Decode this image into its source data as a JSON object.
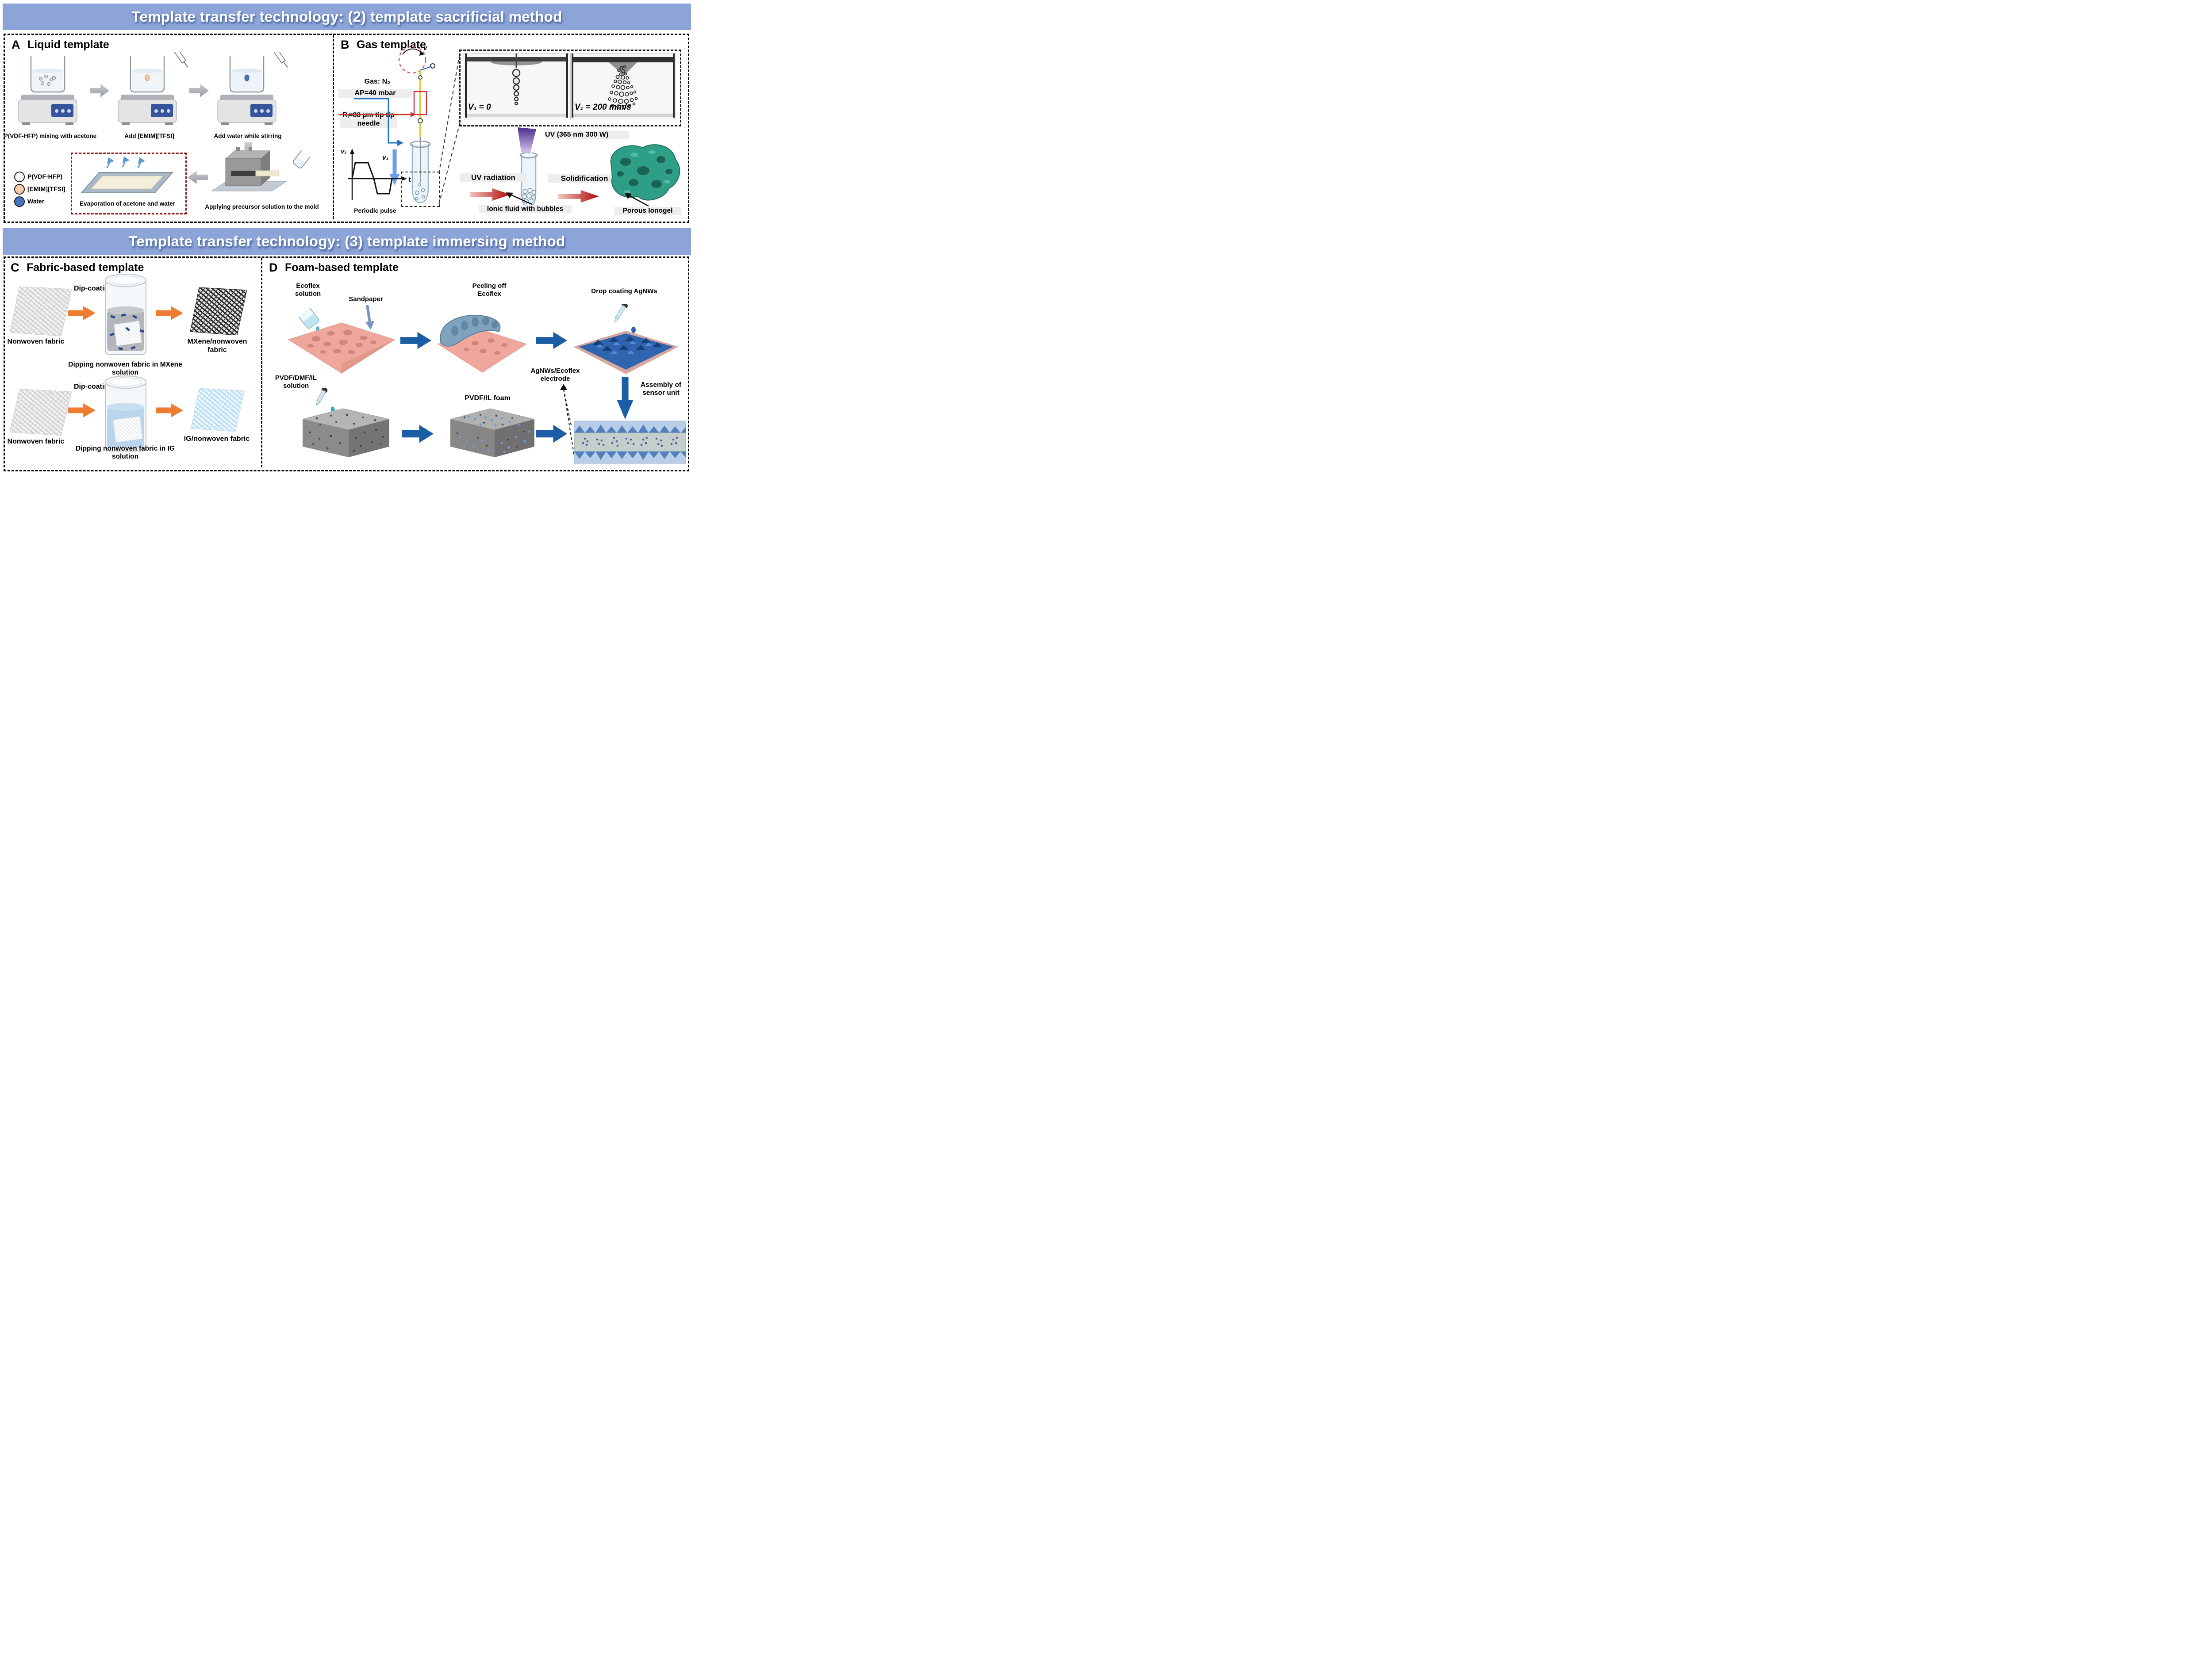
{
  "banners": {
    "b1": "Template transfer technology: (2) template sacrificial method",
    "b2": "Template transfer technology: (3) template immersing method"
  },
  "panelA": {
    "tag": "A",
    "title": "Liquid template",
    "step1": "P(VDF-HFP) mixing with acetone",
    "step2": "Add [EMIM][TFSI]",
    "step3": "Add water while stirring",
    "legend": {
      "item1": "P(VDF-HFP)",
      "item2": "[EMIM][TFSI]",
      "item3": "Water"
    },
    "evaporation": "Evaporation of acetone and water",
    "applying": "Applying precursor solution to the mold"
  },
  "panelB": {
    "tag": "B",
    "title": "Gas template",
    "gas": "Gas: N₂",
    "pressure": "AP=40 mbar",
    "needle": "Rᵢ=80 μm tip tip needle",
    "spin_label": "v",
    "v1_left": "V₁ = 0",
    "v1_right": "V₁ = 200 mm/s",
    "uv_lamp": "UV (365 nm 300 W)",
    "uv_radiation": "UV radiation",
    "solidification": "Solidification",
    "ionic_fluid": "Ionic fluid with bubbles",
    "porous_ionogel": "Porous Ionogel",
    "pulse_axis_y": "v₁",
    "pulse_axis_x": "t",
    "pulse_caption": "Periodic pulse",
    "tube_velocity": "v₁"
  },
  "panelC": {
    "tag": "C",
    "title": "Fabric-based template",
    "row1": {
      "fabric": "Nonwoven fabric",
      "process": "Dip-coating",
      "result": "MXene/nonwoven fabric",
      "caption": "Dipping nonwoven fabric in MXene solution"
    },
    "row2": {
      "fabric": "Nonwoven fabric",
      "process": "Dip-coating",
      "result": "IG/nonwoven fabric",
      "caption": "Dipping nonwoven fabric in IG solution"
    }
  },
  "panelD": {
    "tag": "D",
    "title": "Foam-based template",
    "ecoflex_solution": "Ecoflex solution",
    "sandpaper": "Sandpaper",
    "peeling": "Peeling off Ecoflex",
    "drop_coating": "Drop coating AgNWs",
    "pvdf_solution": "PVDF/DMF/IL solution",
    "pvdf_foam": "PVDF/IL foam",
    "agnws_electrode": "AgNWs/Ecoflex electrode",
    "assembly": "Assembly of sensor unit"
  },
  "colors": {
    "banner": "#8CA4D8",
    "orange_arrow": "#ED7D31",
    "blue_arrow": "#1B5EA6",
    "red_arrow": "#B00707",
    "legend_pvdf": "#F5F5F5",
    "legend_emim": "#F8CBAD",
    "legend_water": "#4472C4"
  }
}
